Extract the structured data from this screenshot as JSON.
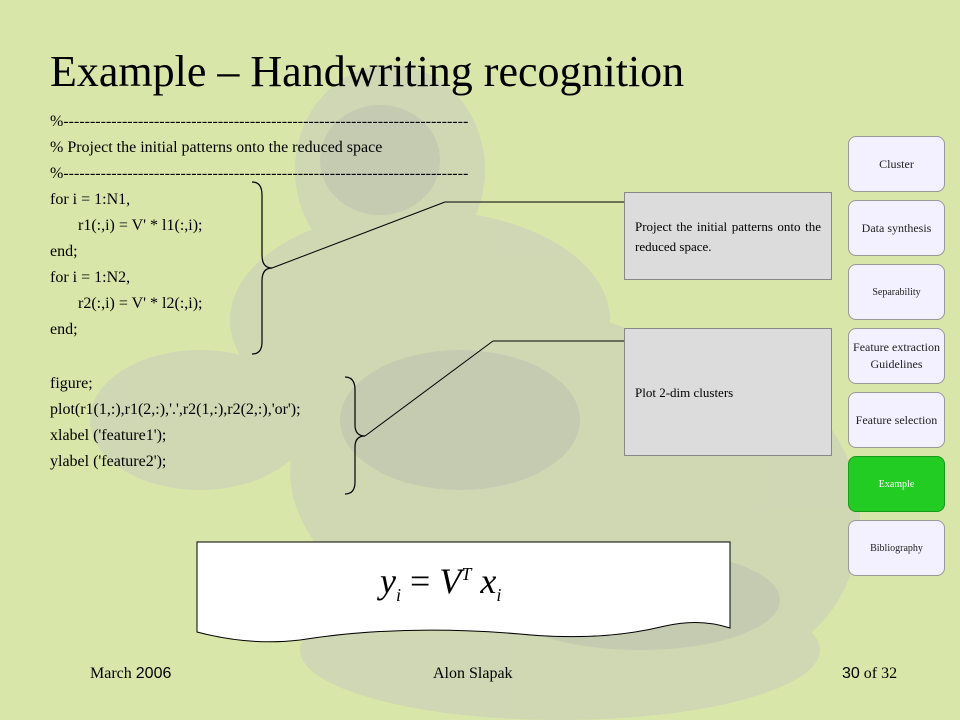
{
  "slide": {
    "title": "Example – Handwriting recognition",
    "code": [
      "%----------------------------------------------------------------------------",
      "%    Project the initial patterns onto the reduced space",
      "%----------------------------------------------------------------------------",
      "for i = 1:N1,",
      "r1(:,i) = V' * l1(:,i);",
      "end;",
      "for i = 1:N2,",
      "r2(:,i) = V' * l2(:,i);",
      "end;",
      "figure;",
      "plot(r1(1,:),r1(2,:),'.',r2(1,:),r2(2,:),'or');",
      "xlabel ('feature1');",
      "ylabel ('feature2');"
    ],
    "callouts": {
      "project": "Project the initial patterns onto the reduced space.",
      "plot": "Plot 2-dim clusters"
    },
    "formula": {
      "lhs": "y",
      "lhs_sub": "i",
      "eq": "=",
      "v": "V",
      "sup": "T",
      "x": "x",
      "x_sub": "i"
    },
    "nav": [
      {
        "label": "Cluster",
        "active": false
      },
      {
        "label": "Data synthesis",
        "active": false
      },
      {
        "label": "Separability",
        "active": false
      },
      {
        "label": "Feature extraction Guidelines",
        "active": false
      },
      {
        "label": "Feature selection",
        "active": false
      },
      {
        "label": "Example",
        "active": true
      },
      {
        "label": "Bibliography",
        "active": false
      }
    ],
    "footer": {
      "month": "March",
      "year": "2006",
      "author": "Alon Slapak",
      "page": "30",
      "of_label": "of",
      "total": "32"
    }
  }
}
